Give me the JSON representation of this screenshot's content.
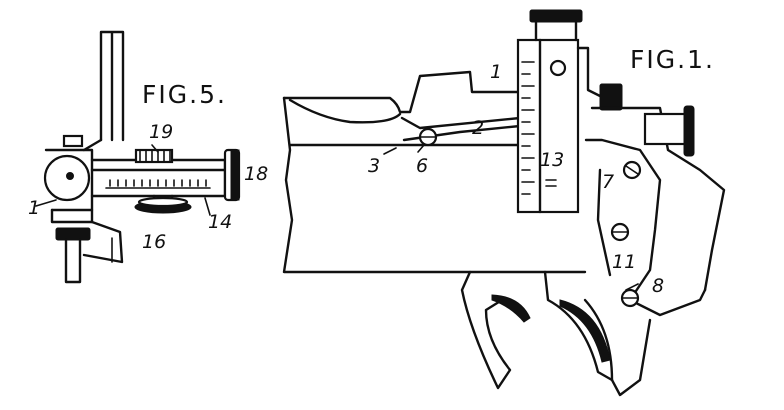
{
  "figures": {
    "fig5": "FIG.5.",
    "fig1": "FIG.1."
  },
  "fig5_labels": {
    "l1": "1",
    "l19": "19",
    "l18": "18",
    "l16": "16",
    "l14": "14"
  },
  "fig1_labels": {
    "l1": "1",
    "l2": "2",
    "l3": "3",
    "l6": "6",
    "l13": "13",
    "l7": "7",
    "l11": "11",
    "l8": "8"
  }
}
